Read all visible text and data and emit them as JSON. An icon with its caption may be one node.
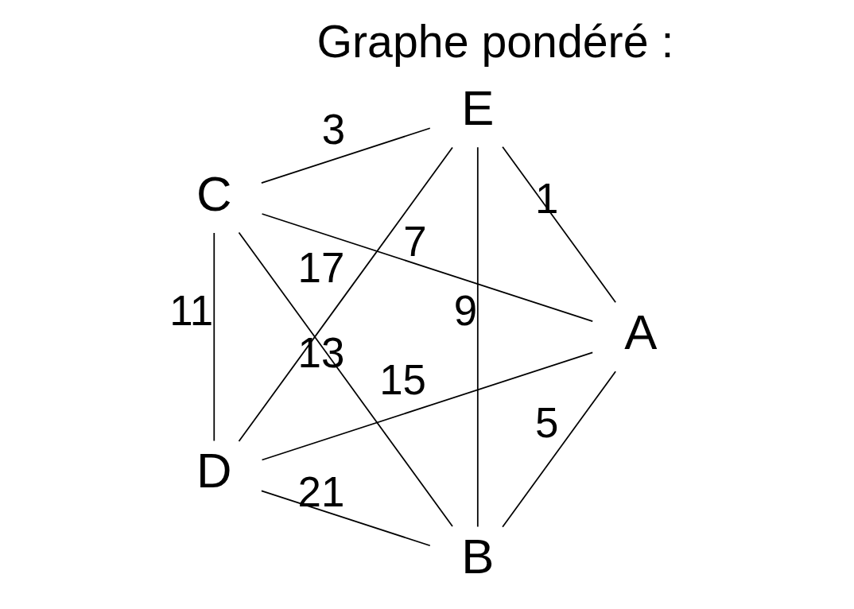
{
  "diagram": {
    "title": "Graphe pondéré :",
    "nodes": [
      {
        "text": [
          "B"
        ]
      },
      {
        "text": [
          "A"
        ]
      },
      {
        "text": [
          "C"
        ]
      },
      {
        "text": [
          "E"
        ]
      },
      {
        "text": [
          "D"
        ]
      }
    ],
    "edges": [
      {
        "from": 1,
        "to": 0,
        "arrow": "none",
        "label": "5"
      },
      {
        "from": 1,
        "to": 2,
        "arrow": "none",
        "label": "7"
      },
      {
        "from": 0,
        "to": 2,
        "arrow": "none",
        "label": "13"
      },
      {
        "from": 0,
        "to": 4,
        "arrow": "none",
        "label": "21"
      },
      {
        "from": 1,
        "to": 3,
        "arrow": "none",
        "label": "1"
      },
      {
        "from": 1,
        "to": 4,
        "arrow": "none",
        "label": "15"
      },
      {
        "from": 0,
        "to": 3,
        "arrow": "none",
        "label": "9"
      },
      {
        "from": 3,
        "to": 2,
        "arrow": "none",
        "label": "3"
      },
      {
        "from": 3,
        "to": 4,
        "arrow": "none",
        "label": "17"
      },
      {
        "from": 2,
        "to": 4,
        "arrow": "none",
        "label": "11"
      }
    ]
  }
}
